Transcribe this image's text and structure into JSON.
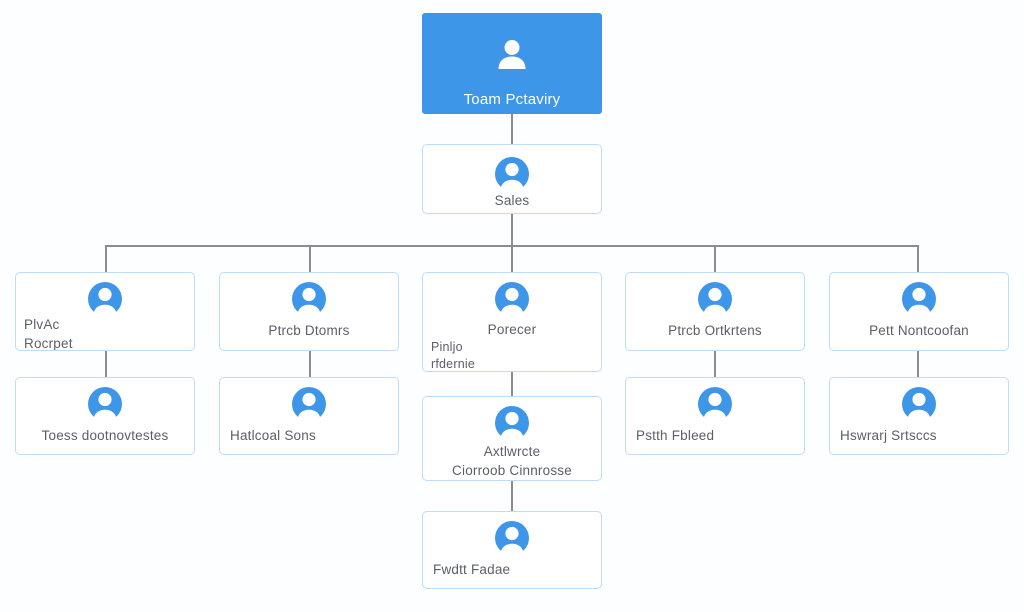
{
  "diagram": {
    "type": "org-chart",
    "title": "Organization hierarchy chart",
    "background_color": "#fdfeff",
    "accent_color": "#3d96e8",
    "node_border_color": "#bcdcf7",
    "connector_color": "#8c8c8c",
    "label_color": "#5a5f66",
    "avatar_icon": "person-avatar-icon"
  },
  "nodes": {
    "root": {
      "label": "Toam Pctaviry",
      "level": 1
    },
    "sales": {
      "label": "Sales",
      "level": 2
    },
    "r3c1": {
      "label": "PlvAc\nRocrpet",
      "level": 3
    },
    "r3c2": {
      "label": "Ptrcb Dtomrs",
      "level": 3
    },
    "r3c3": {
      "label": "Porecer",
      "sublabel": "Pinljo\nrfdernie",
      "level": 3
    },
    "r3c4": {
      "label": "Ptrcb Ortkrtens",
      "level": 3
    },
    "r3c5": {
      "label": "Pett Nontcoofan",
      "level": 3
    },
    "r4c1": {
      "label": "Toess dootnovtestes",
      "level": 4
    },
    "r4c2": {
      "label": "Hatlcoal Sons",
      "level": 4
    },
    "r4c3": {
      "label": "Axtlwrcte\nCiorroob Cinnrosse",
      "level": 4
    },
    "r4c4": {
      "label": "Pstth Fbleed",
      "level": 4
    },
    "r4c5": {
      "label": "Hswrarj Srtsccs",
      "level": 4
    },
    "r5c3": {
      "label": "Fwdtt Fadae",
      "level": 5
    }
  }
}
